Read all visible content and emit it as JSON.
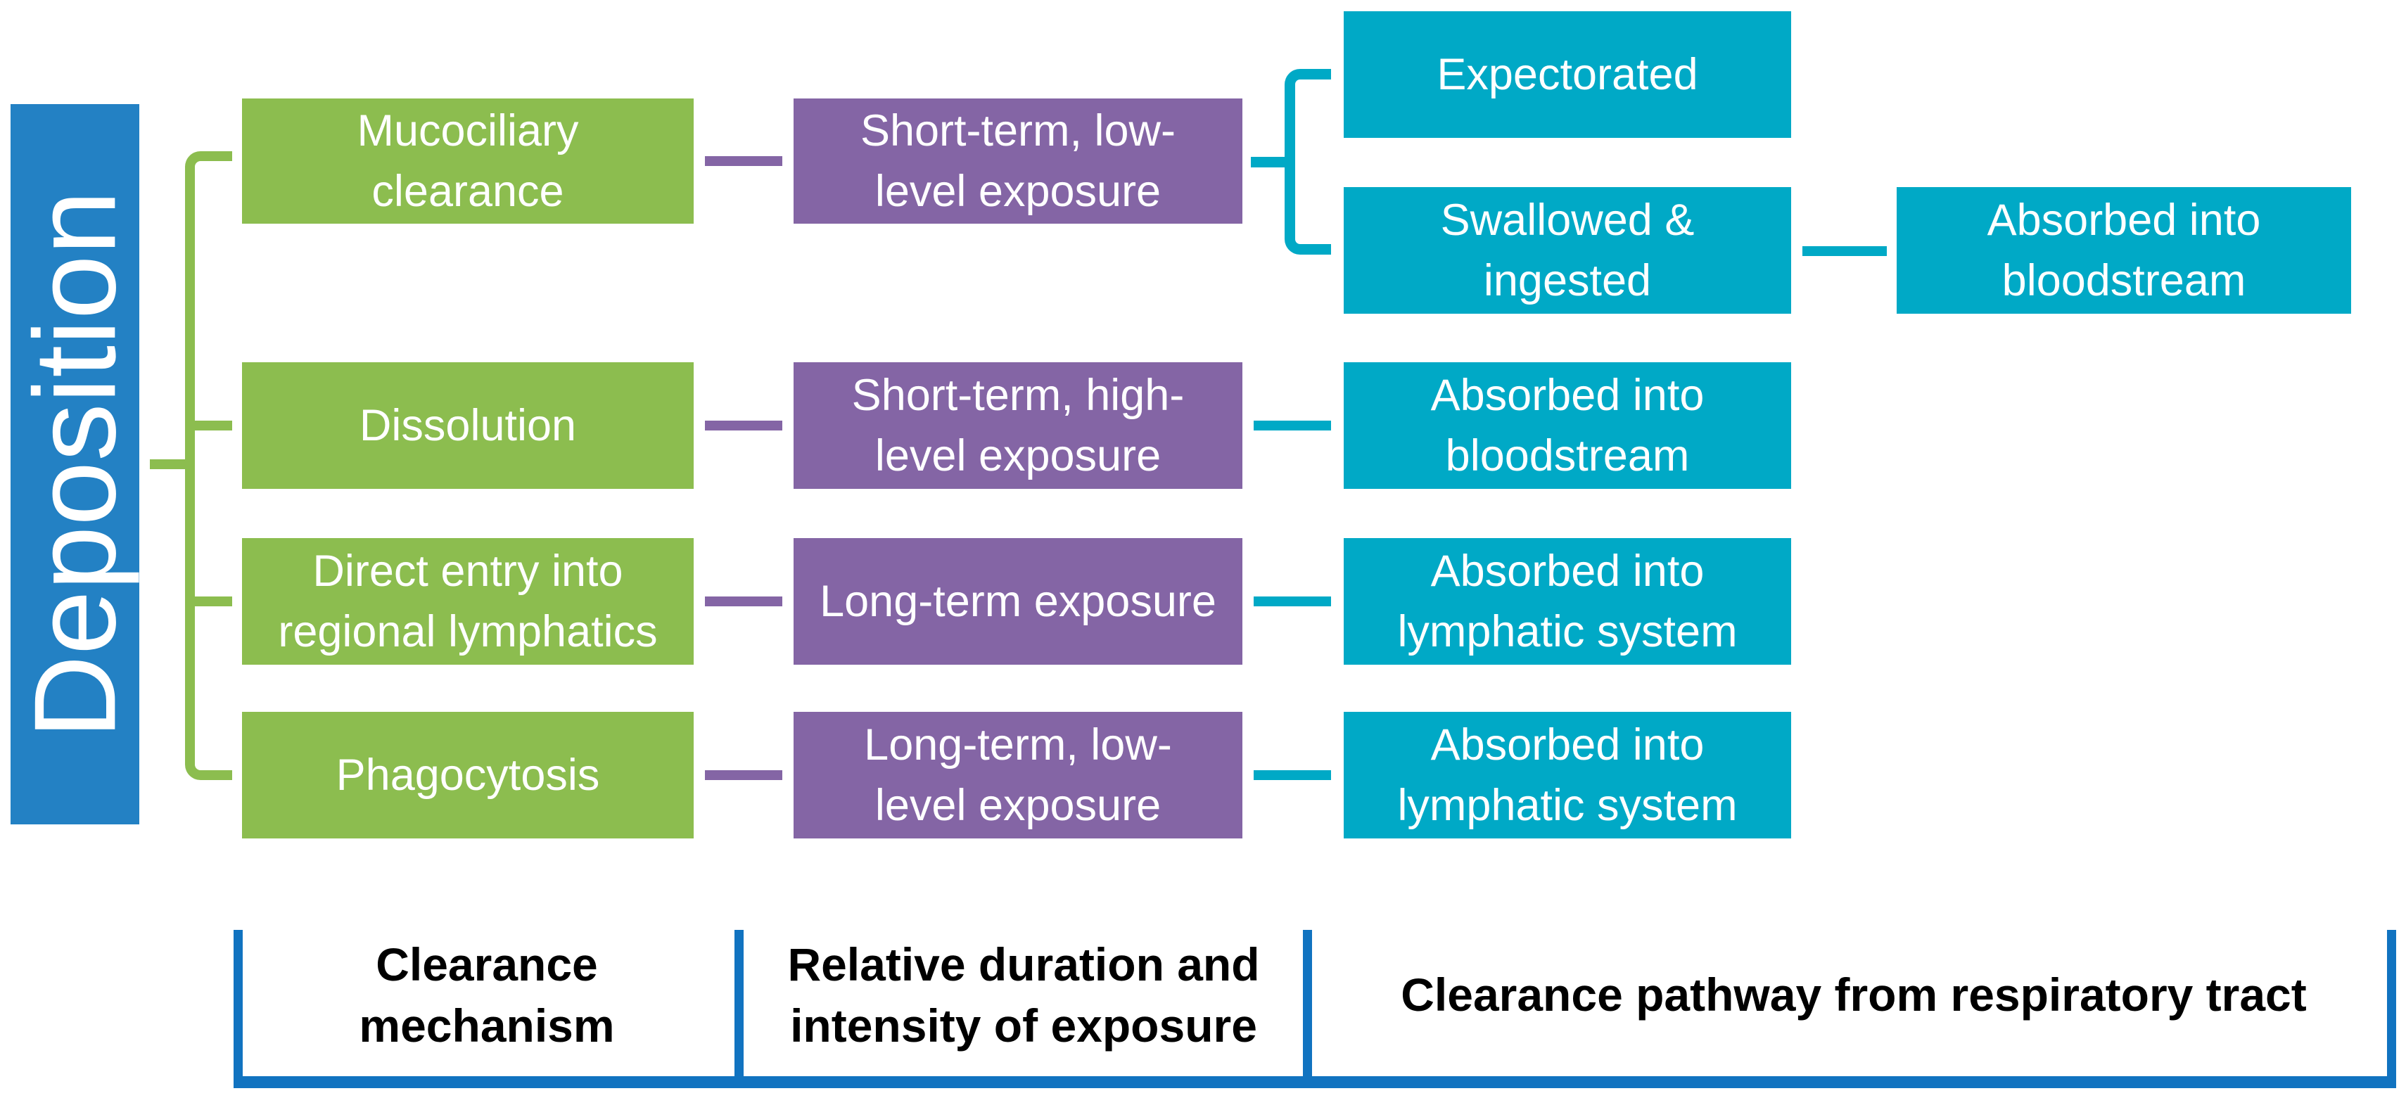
{
  "colors": {
    "blue": "#2381C4",
    "green": "#8CBD4F",
    "purple": "#8465A5",
    "teal": "#00A9C6",
    "bracket_blue": "#1173C0",
    "text_white": "#FFFFFF",
    "text_black": "#000000"
  },
  "deposition": {
    "label": "Deposition"
  },
  "mechanisms": [
    {
      "label": "Mucociliary\nclearance"
    },
    {
      "label": "Dissolution"
    },
    {
      "label": "Direct entry into\nregional lymphatics"
    },
    {
      "label": "Phagocytosis"
    }
  ],
  "exposures": [
    {
      "label": "Short-term, low-\nlevel exposure"
    },
    {
      "label": "Short-term, high-\nlevel exposure"
    },
    {
      "label": "Long-term exposure"
    },
    {
      "label": "Long-term, low-\nlevel exposure"
    }
  ],
  "pathways": [
    {
      "label": "Expectorated"
    },
    {
      "label": "Swallowed &\ningested"
    },
    {
      "label": "Absorbed into\nbloodstream"
    },
    {
      "label": "Absorbed into\nbloodstream"
    },
    {
      "label": "Absorbed into\nlymphatic system"
    },
    {
      "label": "Absorbed into\nlymphatic system"
    }
  ],
  "footer": {
    "column_labels": [
      {
        "label": "Clearance\nmechanism"
      },
      {
        "label": "Relative duration and\nintensity of exposure"
      },
      {
        "label": "Clearance pathway from respiratory tract"
      }
    ]
  }
}
